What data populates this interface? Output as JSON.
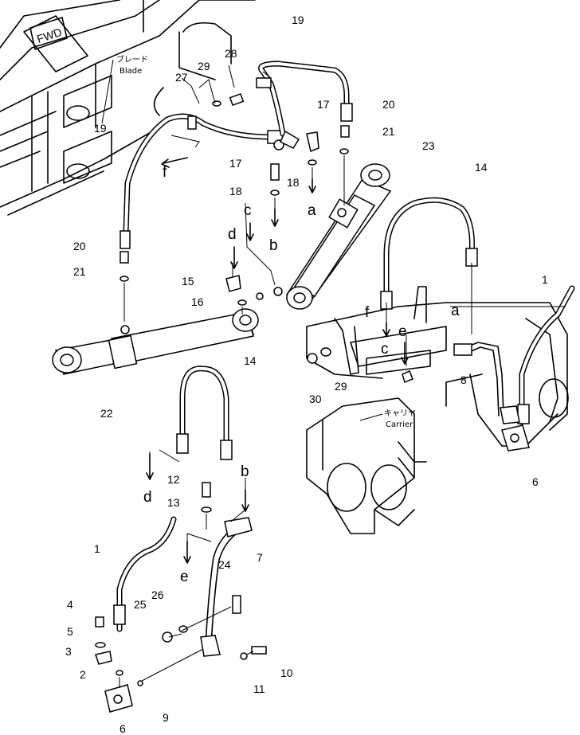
{
  "labels": {
    "blade_jp": "ブレード",
    "blade_en": "Blade",
    "carrier_jp": "キャリヤ",
    "carrier_en": "Carrier",
    "fwd": "FWD"
  },
  "callouts": {
    "c1a": "1",
    "c1b": "1",
    "c2": "2",
    "c3": "3",
    "c4": "4",
    "c5": "5",
    "c6a": "6",
    "c6b": "6",
    "c7": "7",
    "c8": "8",
    "c9": "9",
    "c10": "10",
    "c11": "11",
    "c12": "12",
    "c13": "13",
    "c14a": "14",
    "c14b": "14",
    "c15": "15",
    "c16": "16",
    "c17a": "17",
    "c17b": "17",
    "c18a": "18",
    "c18b": "18",
    "c19a": "19",
    "c19b": "19",
    "c20a": "20",
    "c20b": "20",
    "c21a": "21",
    "c21b": "21",
    "c22": "22",
    "c23": "23",
    "c24": "24",
    "c25": "25",
    "c26": "26",
    "c27": "27",
    "c28": "28",
    "c29a": "29",
    "c29b": "29",
    "c30": "30"
  },
  "connections": {
    "a1": "a",
    "a2": "a",
    "b1": "b",
    "b2": "b",
    "c1": "c",
    "c2": "c",
    "d1": "d",
    "d2": "d",
    "e1": "e",
    "e2": "e",
    "f1": "f",
    "f2": "f"
  }
}
